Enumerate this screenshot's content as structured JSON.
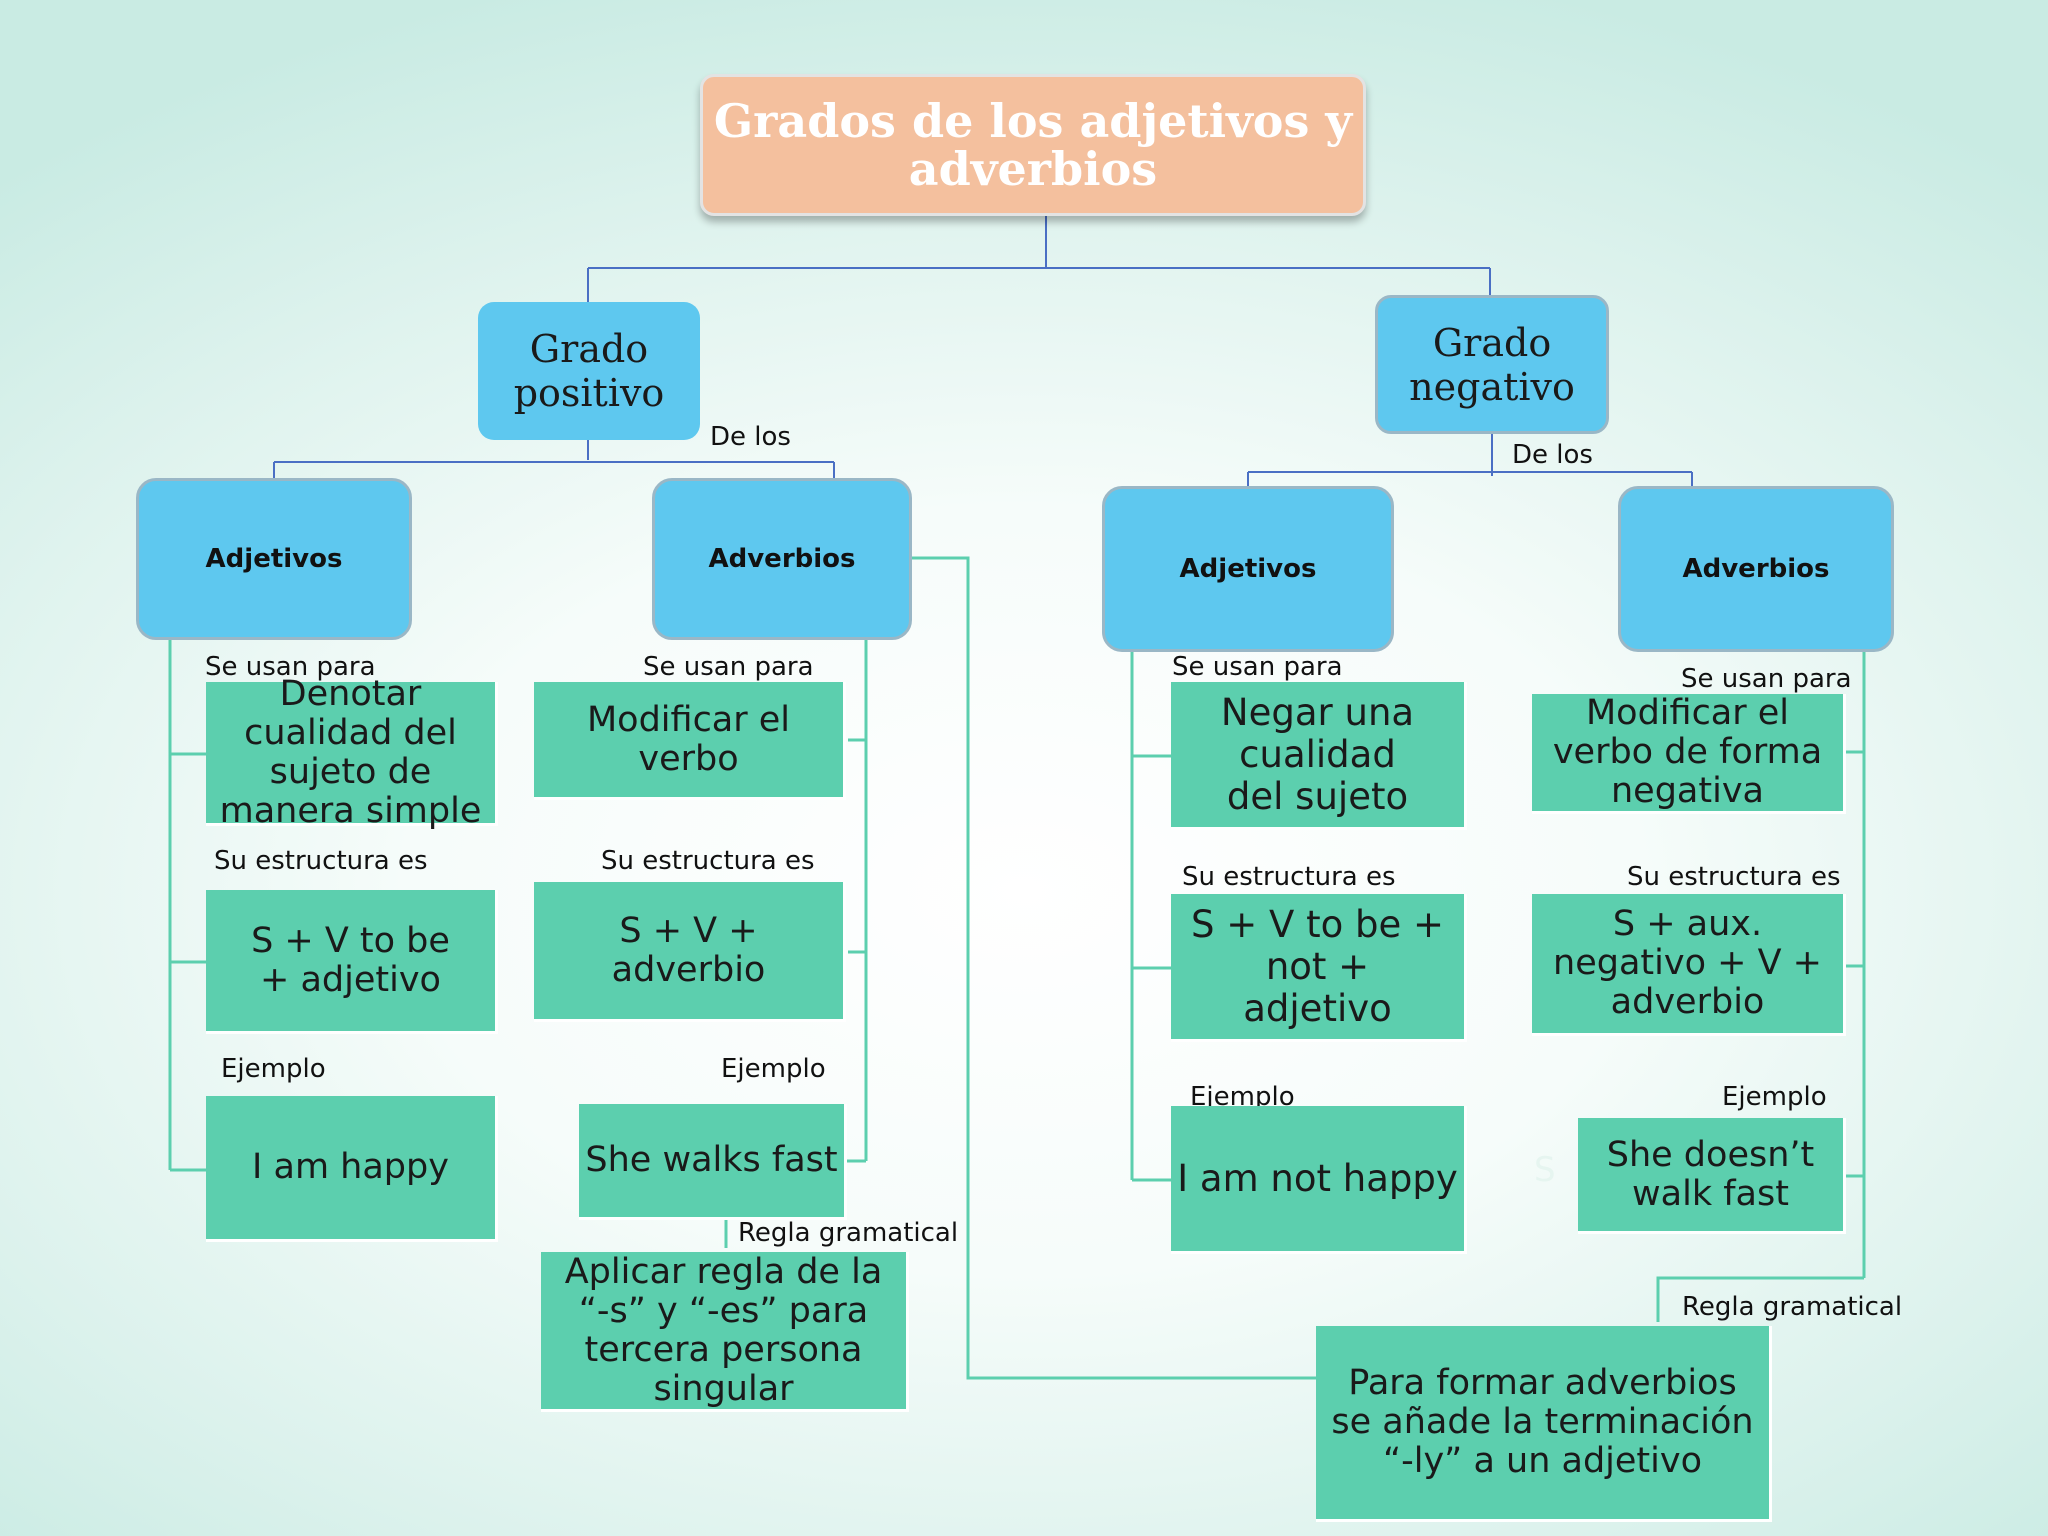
{
  "title": "Grados de los adjetivos y adverbios",
  "grades": {
    "positive": "Grado positivo",
    "negative": "Grado negativo"
  },
  "connectors": {
    "de_los": "De los",
    "se_usan_para": "Se usan para",
    "su_estructura_es": "Su estructura es",
    "ejemplo": "Ejemplo",
    "regla_gramatical": "Regla gramatical"
  },
  "types": {
    "adjetivos": "Adjetivos",
    "adverbios": "Adverbios"
  },
  "positive_adjectives": {
    "use": "Denotar cualidad del sujeto de manera simple",
    "structure": "S + V to be + adjetivo",
    "example": "I am happy"
  },
  "positive_adverbs": {
    "use": "Modificar el verbo",
    "structure": "S + V + adverbio",
    "example": "She walks fast",
    "rule": "Aplicar regla de la “-s” y “-es” para tercera persona singular"
  },
  "negative_adjectives": {
    "use": "Negar una cualidad del sujeto",
    "structure": "S + V to be + not + adjetivo",
    "example": "I am not happy"
  },
  "negative_adverbs": {
    "use": "Modificar el verbo de forma negativa",
    "structure": "S + aux. negativo + V + adverbio",
    "example": "She doesn’t walk fast",
    "stray_letter": "S"
  },
  "adverb_rule": "Para formar adverbios se añade la terminación “-ly” a un adjetivo",
  "colors": {
    "title_fill": "#f4c09e",
    "grade_fill": "#5ec8ef",
    "detail_fill": "#5ccfae",
    "tree_line": "#4a6fc4",
    "branch_line": "#5ccfae"
  }
}
